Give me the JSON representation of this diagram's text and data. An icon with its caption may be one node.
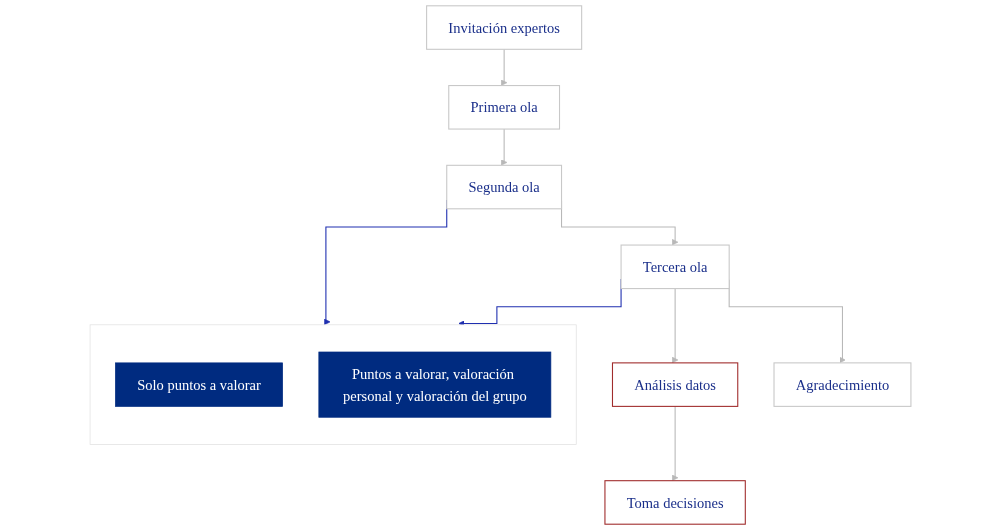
{
  "diagram": {
    "nodes": [
      {
        "text": [
          "Invitación expertos"
        ]
      },
      {
        "text": [
          "Primera ola"
        ]
      },
      {
        "text": [
          "Segunda ola"
        ]
      },
      {
        "text": [
          "Tercera ola"
        ]
      },
      {
        "text": [],
        "shape": "box"
      },
      {
        "text": [
          "Solo puntos a valorar"
        ],
        "in": 4
      },
      {
        "text": [
          "Puntos a valorar, valoración personal y valoración del grupo"
        ],
        "in": 4
      },
      {
        "text": [
          "Análisis datos"
        ]
      },
      {
        "text": [
          "Toma decisiones"
        ]
      },
      {
        "text": [
          "Agradecimiento"
        ]
      }
    ],
    "edges": [
      {
        "from": 0,
        "to": 1,
        "arrow": "to"
      },
      {
        "from": 1,
        "to": 2,
        "arrow": "to"
      },
      {
        "from": 2,
        "to": 3,
        "arrow": "to"
      },
      {
        "from": 3,
        "to": 9,
        "arrow": "to"
      },
      {
        "from": 2,
        "to": 4,
        "arrow": "to",
        "color": "#1f2fb0"
      },
      {
        "from": 3,
        "to": 4,
        "arrow": "to",
        "color": "#1f2fb0"
      },
      {
        "from": 3,
        "to": 7,
        "arrow": "to"
      },
      {
        "from": 7,
        "to": 8,
        "arrow": "to"
      }
    ]
  }
}
